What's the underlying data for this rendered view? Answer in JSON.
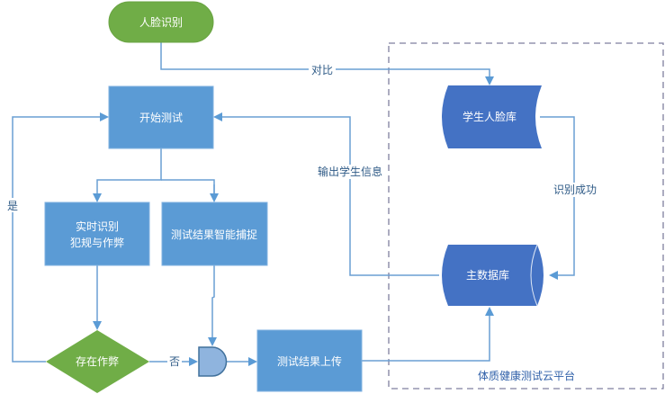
{
  "colors": {
    "start_green": "#70ad47",
    "process_blue": "#5b9bd5",
    "db_blue": "#4472c4",
    "gate_fill": "#8fb4de",
    "gate_stroke": "#41719c",
    "connector": "#6a9fd4",
    "edge_label": "#2f5b87",
    "dashed_border": "#7f7f9f",
    "platform_label": "#2e5fa8"
  },
  "nodes": {
    "face_recognition": "人脸识别",
    "start_test": "开始测试",
    "realtime_line1": "实时识别",
    "realtime_line2": "犯规与作弊",
    "smart_capture": "测试结果智能捕捉",
    "cheating_decision": "存在作弊",
    "upload_results": "测试结果上传",
    "student_face_db": "学生人脸库",
    "main_db": "主数据库"
  },
  "edge_labels": {
    "compare": "对比",
    "yes": "是",
    "no": "否",
    "output_student_info": "输出学生信息",
    "recognition_success": "识别成功"
  },
  "platform": {
    "label": "体质健康测试云平台"
  }
}
